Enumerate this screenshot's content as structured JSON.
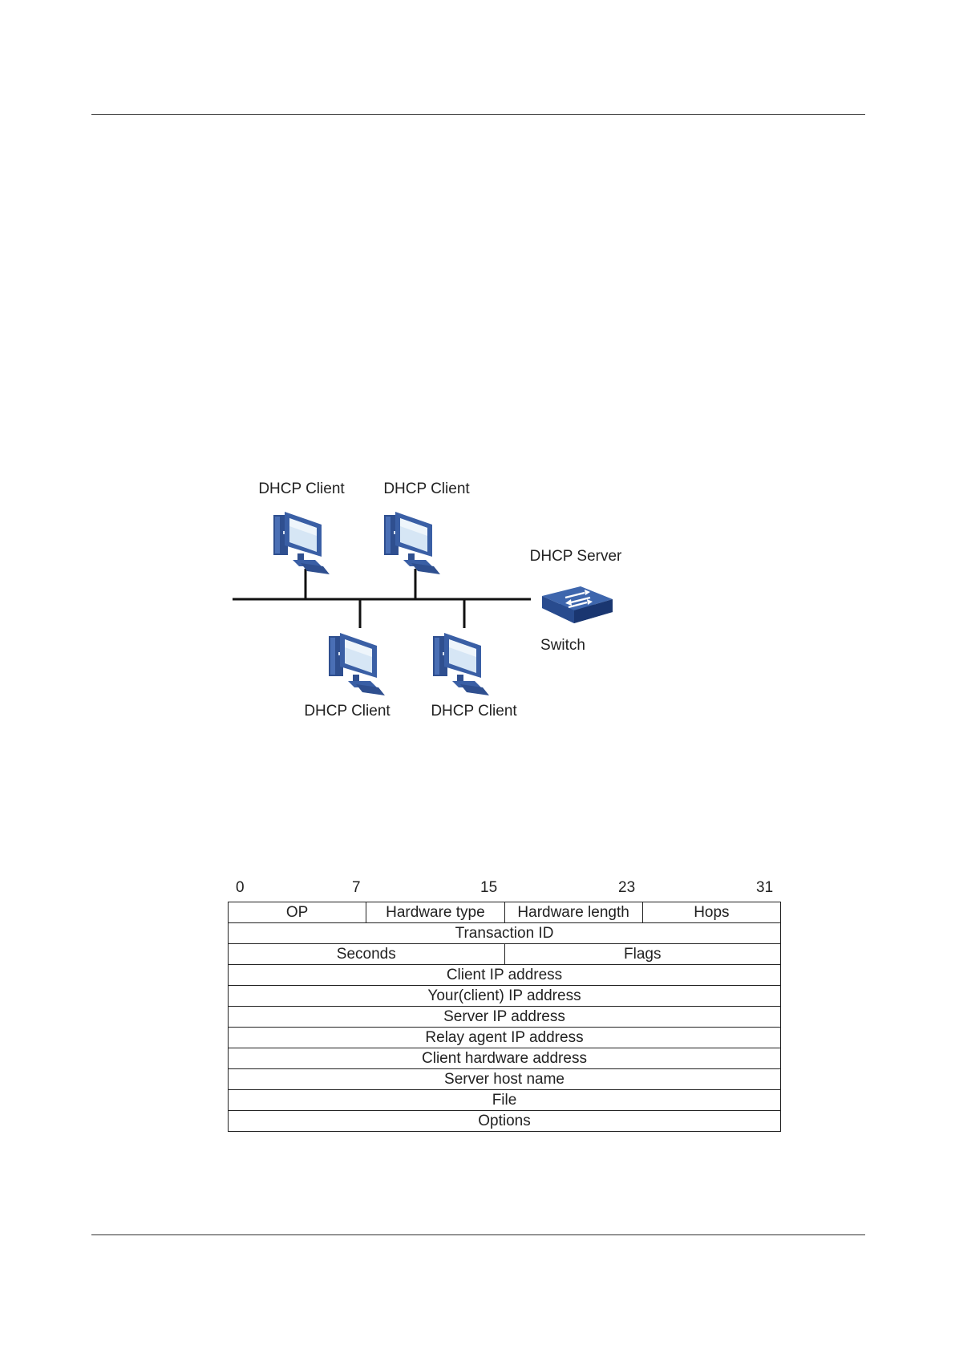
{
  "figure1": {
    "clients_top": [
      "DHCP Client",
      "DHCP Client"
    ],
    "clients_bottom": [
      "DHCP Client",
      "DHCP Client"
    ],
    "server_label": "DHCP Server",
    "switch_label": "Switch",
    "icons": [
      "computer-icon",
      "switch-icon"
    ]
  },
  "figure2": {
    "bit_positions": [
      "0",
      "7",
      "15",
      "23",
      "31"
    ],
    "rows": [
      [
        "OP",
        "Hardware type",
        "Hardware length",
        "Hops"
      ],
      [
        "Transaction ID"
      ],
      [
        "Seconds",
        "Flags"
      ],
      [
        "Client IP address"
      ],
      [
        "Your(client) IP address"
      ],
      [
        "Server IP address"
      ],
      [
        "Relay agent IP address"
      ],
      [
        "Client hardware address"
      ],
      [
        "Server host name"
      ],
      [
        "File"
      ],
      [
        "Options"
      ]
    ]
  }
}
